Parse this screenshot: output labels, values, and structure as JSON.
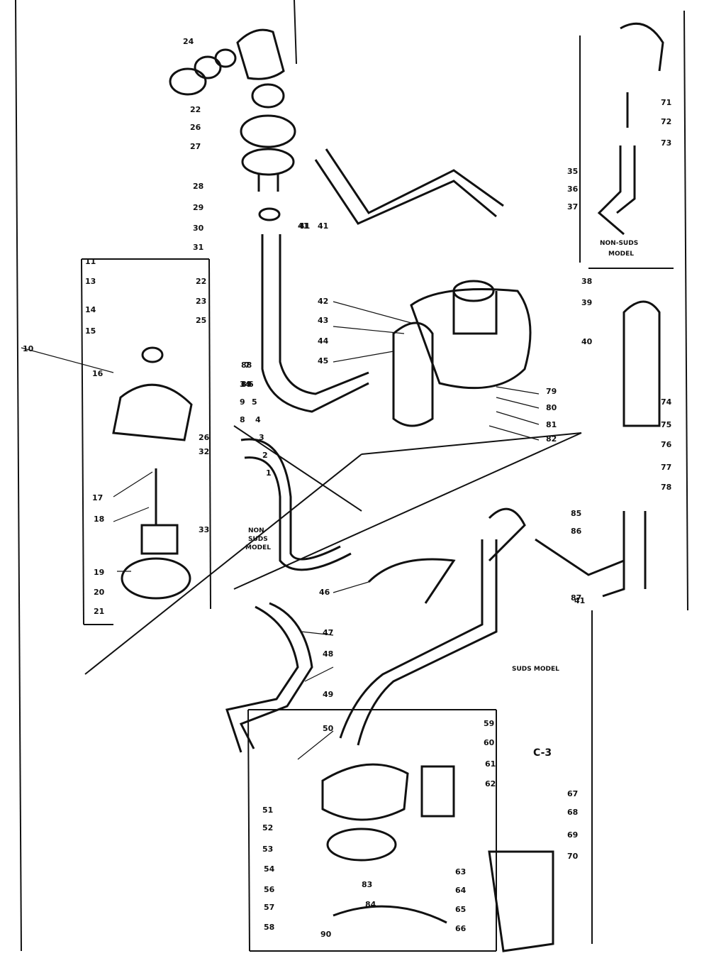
{
  "diagram": {
    "figure_code": "C-3",
    "captions": {
      "non_suds_model_top": [
        "NON-SUDS",
        "MODEL"
      ],
      "non_suds_model_center": [
        "NON-",
        "SUDS",
        "MODEL"
      ],
      "suds_model": "SUDS MODEL"
    },
    "part_labels": [
      "24",
      "22",
      "26",
      "27",
      "28",
      "29",
      "30",
      "31",
      "41",
      "35",
      "36",
      "37",
      "38",
      "39",
      "40",
      "41",
      "41",
      "41",
      "42",
      "43",
      "44",
      "45",
      "46",
      "47",
      "48",
      "49",
      "50",
      "51",
      "52",
      "53",
      "54",
      "56",
      "57",
      "58",
      "59",
      "60",
      "61",
      "62",
      "63",
      "64",
      "65",
      "66",
      "67",
      "68",
      "69",
      "70",
      "71",
      "72",
      "73",
      "74",
      "75",
      "76",
      "77",
      "78",
      "79",
      "80",
      "81",
      "82",
      "83",
      "84",
      "85",
      "86",
      "87",
      "88",
      "89",
      "90",
      "10",
      "11",
      "13",
      "14",
      "15",
      "16",
      "17",
      "18",
      "19",
      "20",
      "21",
      "22",
      "23",
      "25",
      "26",
      "32",
      "33",
      "34",
      "9",
      "8",
      "7",
      "6",
      "5",
      "4",
      "3",
      "2",
      "1"
    ]
  }
}
